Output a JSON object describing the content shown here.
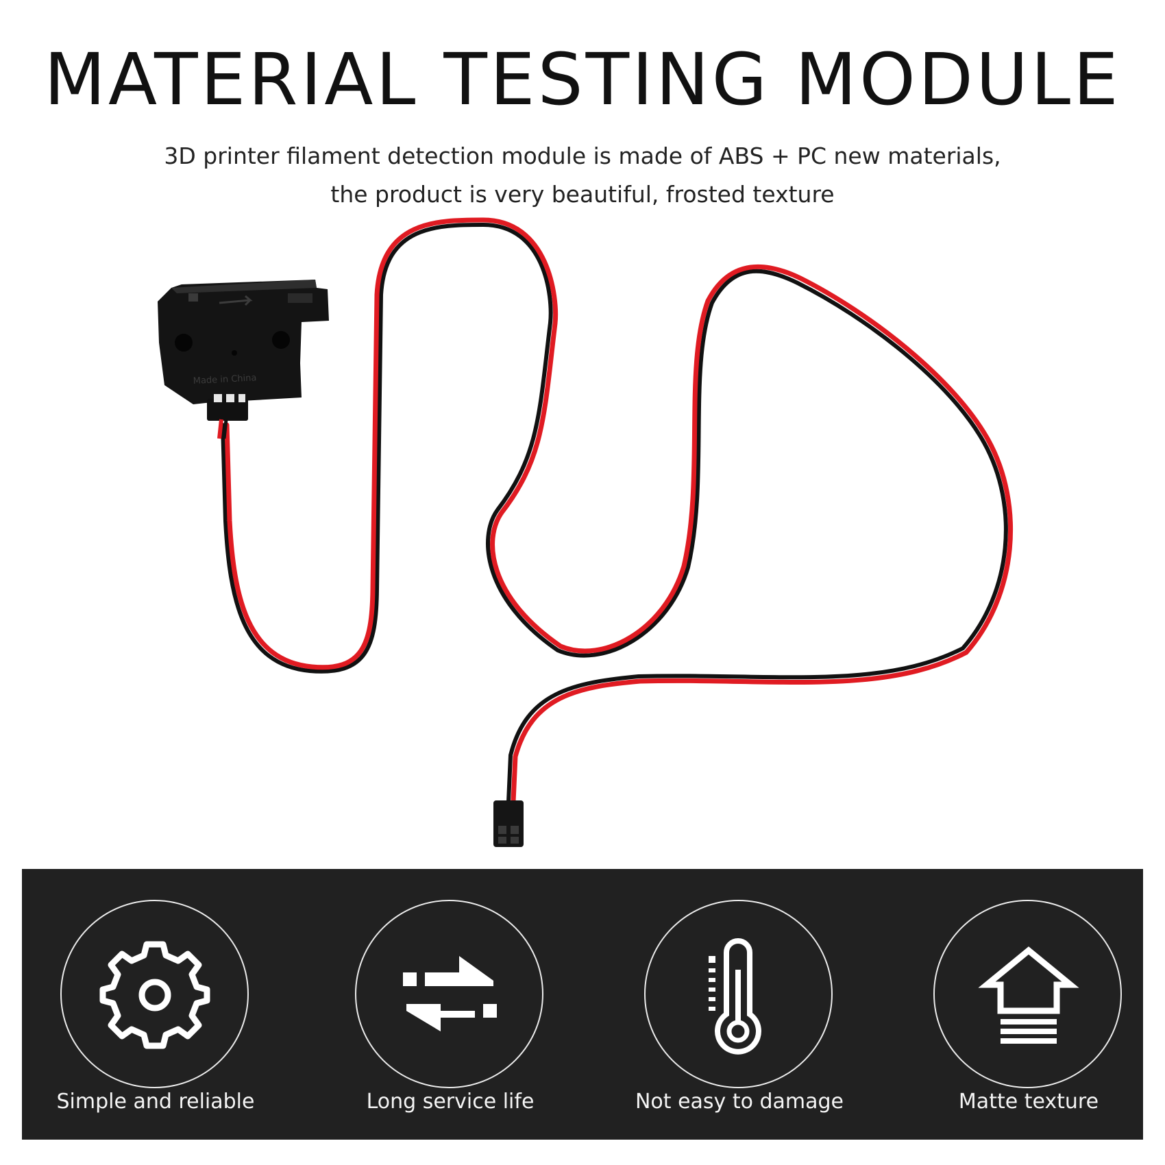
{
  "header": {
    "title": "MATERIAL TESTING MODULE",
    "subtitle_line1": "3D printer filament detection module is made of ABS + PC new materials,",
    "subtitle_line2": "the product is very beautiful, frosted texture"
  },
  "product": {
    "imprint": "Made in China"
  },
  "features": [
    {
      "label": "Simple and reliable",
      "icon": "gear-icon"
    },
    {
      "label": "Long service life",
      "icon": "exchange-arrows-icon"
    },
    {
      "label": "Not easy to damage",
      "icon": "thermometer-icon"
    },
    {
      "label": "Matte texture",
      "icon": "house-arrow-icon"
    }
  ],
  "colors": {
    "band": "#212121",
    "wire_red": "#e01b22",
    "wire_black": "#111111",
    "wire_white": "#ffffff"
  }
}
